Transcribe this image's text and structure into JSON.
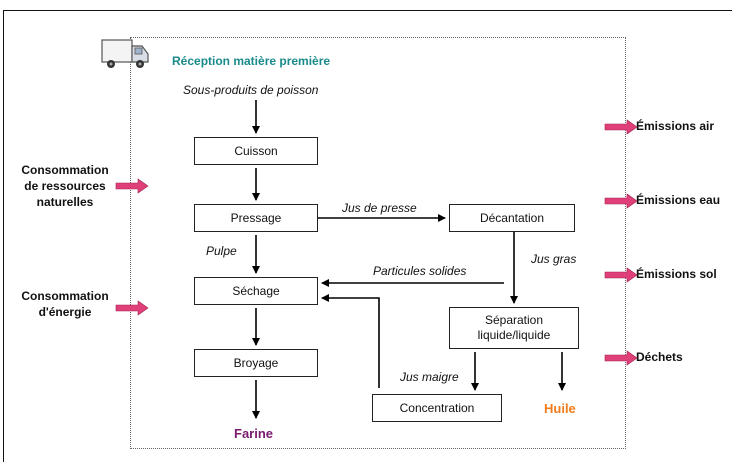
{
  "reception": "Réception matière première",
  "input": "Sous-produits de poisson",
  "steps": {
    "cuisson": "Cuisson",
    "pressage": "Pressage",
    "sechage": "Séchage",
    "broyage": "Broyage",
    "decantation": "Décantation",
    "separation_line1": "Séparation",
    "separation_line2": "liquide/liquide",
    "concentration": "Concentration"
  },
  "flows": {
    "pulpe": "Pulpe",
    "jus_presse": "Jus de presse",
    "jus_gras": "Jus gras",
    "particules": "Particules solides",
    "jus_maigre": "Jus maigre"
  },
  "outputs": {
    "farine": "Farine",
    "huile": "Huile"
  },
  "left_inputs": {
    "ressources_1": "Consommation",
    "ressources_2": "de ressources",
    "ressources_3": "naturelles",
    "energie_1": "Consommation",
    "energie_2": "d'énergie"
  },
  "right_outputs": {
    "air": "Émissions air",
    "eau": "Émissions eau",
    "sol": "Émissions sol",
    "dechets": "Déchets"
  },
  "colors": {
    "reception": "#1a8a8a",
    "farine": "#7a1a6e",
    "huile": "#f07c1e",
    "pink_arrow": "#e0407a"
  },
  "icons": {
    "truck": "delivery-truck-icon"
  }
}
